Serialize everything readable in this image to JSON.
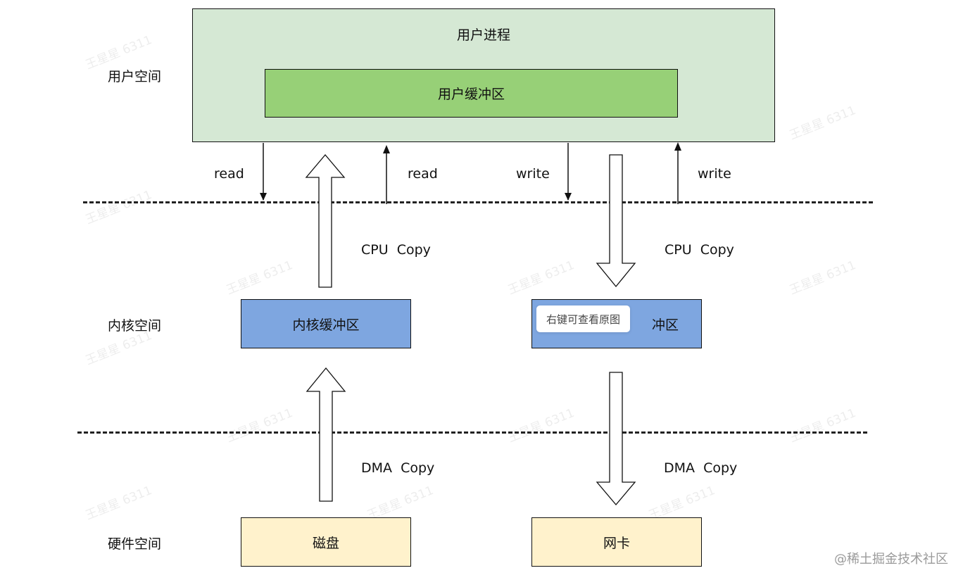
{
  "layers": {
    "user": "用户空间",
    "kernel": "内核空间",
    "hardware": "硬件空间"
  },
  "boxes": {
    "user_process": "用户进程",
    "user_buffer": "用户缓冲区",
    "kernel_buffer_left": "内核缓冲区",
    "kernel_buffer_right_visible": "冲区",
    "disk": "磁盘",
    "nic": "网卡"
  },
  "arrows": {
    "read_down": "read",
    "read_up": "read",
    "write_down": "write",
    "write_up": "write",
    "cpu_copy_left": "CPU  Copy",
    "cpu_copy_right": "CPU  Copy",
    "dma_copy_left": "DMA  Copy",
    "dma_copy_right": "DMA  Copy"
  },
  "tooltip": "右键可查看原图",
  "watermark": "王星星 6311",
  "footer_watermark": "@稀土掘金技术社区",
  "colors": {
    "user_process_fill": "#d5e8d4",
    "user_buffer_fill": "#97d077",
    "kernel_buffer_fill": "#7ea6e0",
    "hardware_fill": "#fff2cc"
  }
}
